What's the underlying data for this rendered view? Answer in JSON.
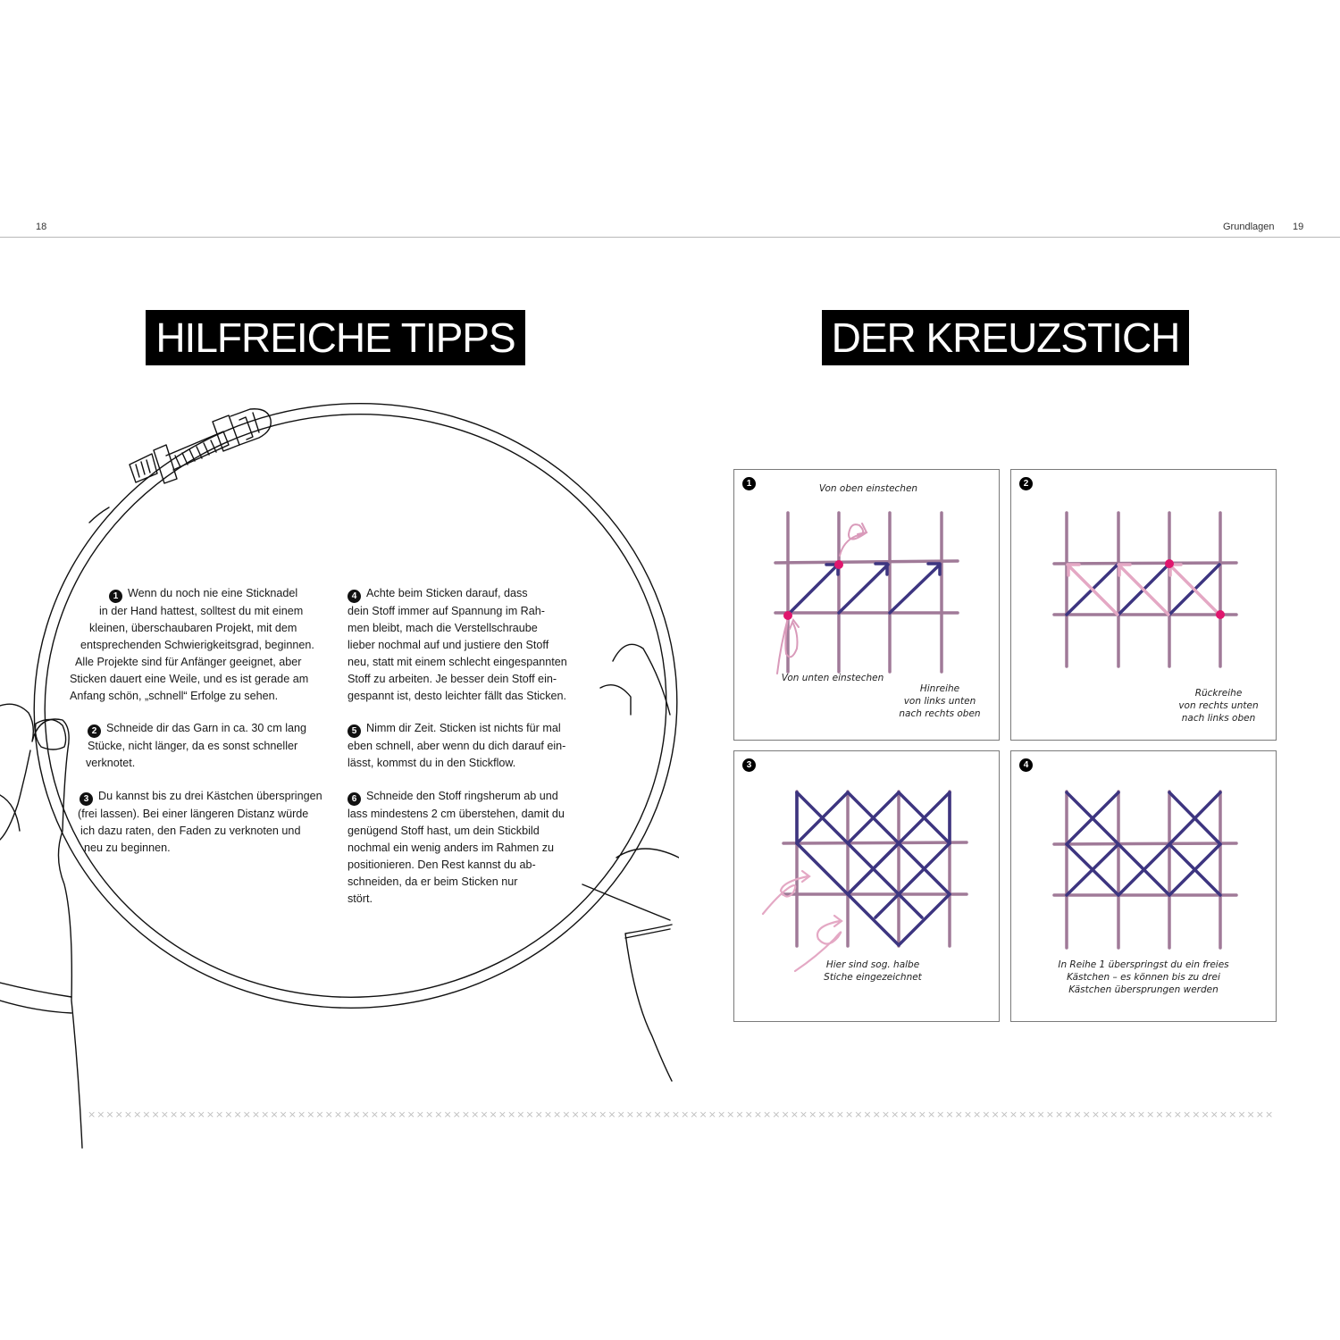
{
  "header": {
    "left_page_number": "18",
    "right_section": "Grundlagen",
    "right_page_number": "19"
  },
  "left": {
    "title": "HILFREICHE TIPPS",
    "tips": [
      {
        "num": "1",
        "lines": [
          "Wenn du noch nie eine Sticknadel",
          "in der Hand hattest, solltest du mit einem",
          "kleinen, überschaubaren Projekt, mit dem",
          "entsprechenden Schwierigkeitsgrad, beginnen.",
          "Alle Projekte sind für Anfänger geeignet, aber",
          "Sticken dauert eine Weile, und es ist gerade am",
          "Anfang schön, „schnell“ Erfolge zu sehen."
        ]
      },
      {
        "num": "2",
        "lines": [
          "Schneide dir das Garn in ca. 30 cm lang",
          "Stücke, nicht länger, da es sonst schneller",
          "verknotet."
        ]
      },
      {
        "num": "3",
        "lines": [
          "Du kannst bis zu drei Kästchen überspringen",
          "(frei lassen). Bei einer längeren Distanz würde",
          "ich dazu raten, den Faden zu verknoten und",
          "neu zu beginnen."
        ]
      },
      {
        "num": "4",
        "lines": [
          "Achte beim Sticken darauf, dass",
          "dein Stoff immer auf Spannung im Rah-",
          "men bleibt, mach die Verstellschraube",
          "lieber nochmal auf und justiere den Stoff",
          "neu, statt mit einem schlecht eingespannten",
          "Stoff zu arbeiten. Je besser dein Stoff ein-",
          "gespannt ist, desto leichter fällt das Sticken."
        ]
      },
      {
        "num": "5",
        "lines": [
          "Nimm dir Zeit. Sticken ist nichts für mal",
          "eben schnell, aber wenn du dich darauf ein-",
          "lässt, kommst du in den Stickflow."
        ]
      },
      {
        "num": "6",
        "lines": [
          "Schneide den Stoff ringsherum ab und",
          "lass mindestens 2 cm überstehen, damit du",
          "genügend Stoff hast, um dein Stickbild",
          "nochmal ein wenig anders im Rahmen zu",
          "positionieren. Den Rest kannst du ab-",
          "schneiden, da er beim Sticken nur",
          "stört."
        ]
      }
    ]
  },
  "right": {
    "title": "DER KREUZSTICH",
    "panels": [
      {
        "num": "1",
        "cap_top": "Von oben einstechen",
        "cap_bottom_left": "Von unten einstechen",
        "cap_bottom_right": [
          "Hinreihe",
          "von links unten",
          "nach rechts oben"
        ]
      },
      {
        "num": "2",
        "cap_bottom_right": [
          "Rückreihe",
          "von rechts unten",
          "nach links oben"
        ]
      },
      {
        "num": "3",
        "cap_bottom": [
          "Hier sind sog. halbe",
          "Stiche eingezeichnet"
        ]
      },
      {
        "num": "4",
        "cap_bottom": [
          "In Reihe 1 überspringst du ein freies",
          "Kästchen – es können bis zu drei",
          "Kästchen übersprungen werden"
        ]
      }
    ]
  },
  "decor": {
    "x_border": "××××××××××××××××××××××××××××××××××××××××××××××××××××××××××××××××××××××××××××××××××××××××××××××××××××××××××××××××××××××××××××××××××"
  },
  "colors": {
    "grid": "#a07a98",
    "stitch_dark": "#3d3580",
    "stitch_light": "#e4a8c4",
    "needle_point": "#e0166e",
    "thread_arrow": "#d99aba"
  }
}
